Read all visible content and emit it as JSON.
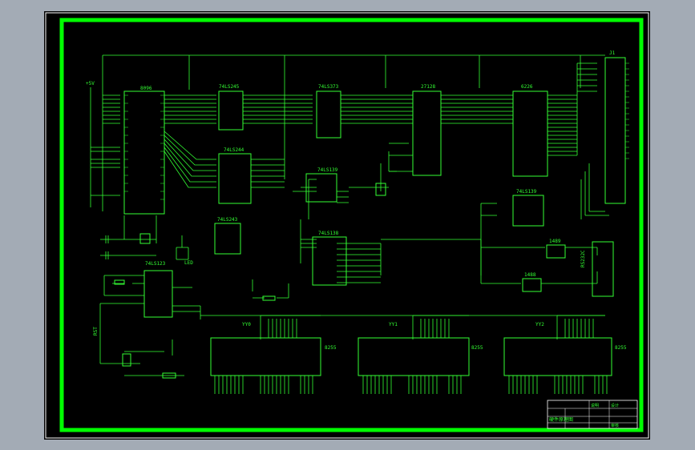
{
  "colors": {
    "background": "#a3abb5",
    "sheet": "#000000",
    "frame": "#00ff00",
    "wire": "#33ff33"
  },
  "chips": {
    "cpu": "8096",
    "buf1": "74LS245",
    "latch": "74LS373",
    "eprom": "27128",
    "ram": "6226",
    "dec1": "74LS244",
    "buf2": "74LS243",
    "dec2": "74LS139",
    "dec3": "74LS138",
    "dec4": "74LS139",
    "timer": "74LS123",
    "drv1": "1489",
    "drv2": "1488",
    "serial": "RS232C",
    "ppi1": "8255",
    "ppi2": "8255",
    "ppi3": "8255",
    "j1": "J1"
  },
  "buses": {
    "yy0": "YY0",
    "yy1": "YY1",
    "yy2": "YY2"
  },
  "labels": {
    "rst": "RST",
    "led": "LED",
    "vcc": "+5V"
  },
  "title_block": {
    "drawing_title": "硬件原理图",
    "tag1": "说明",
    "tag2": "设计",
    "tag3": "审核"
  }
}
